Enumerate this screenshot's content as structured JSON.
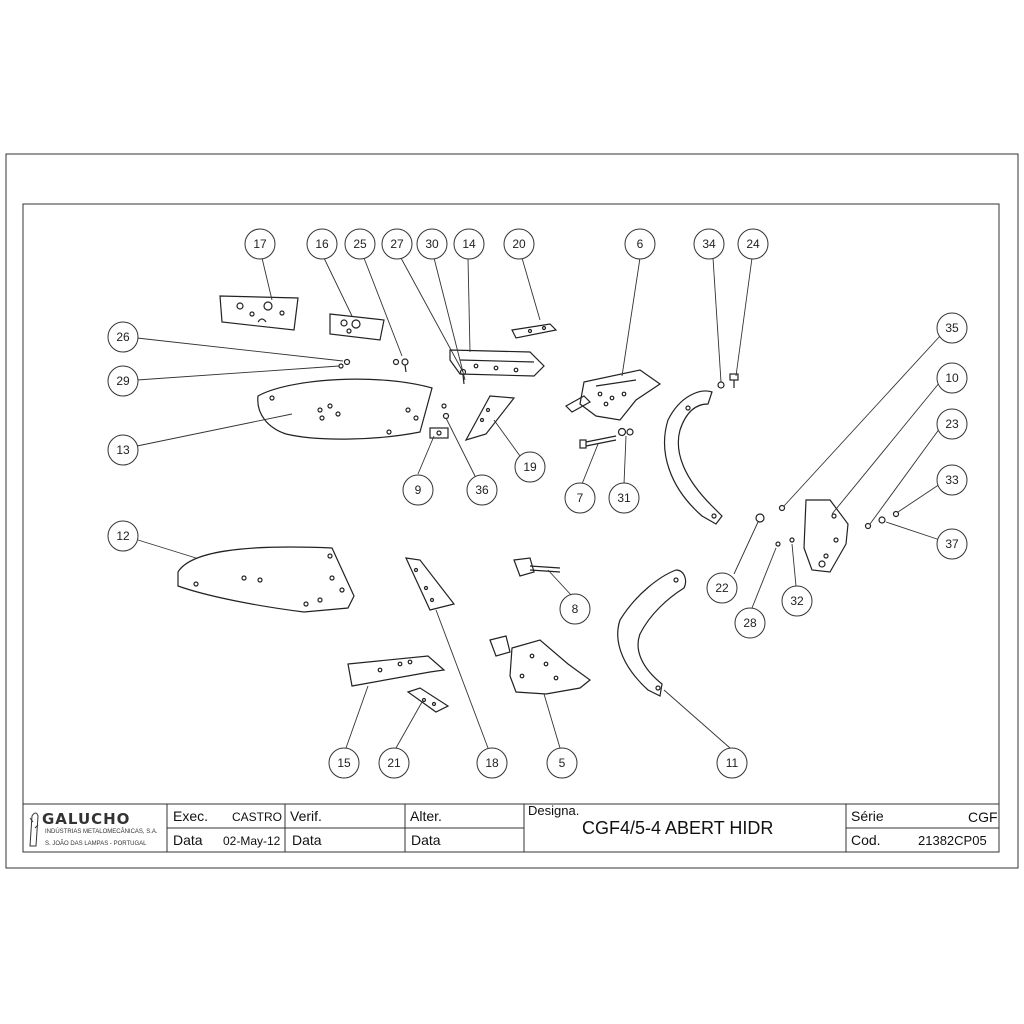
{
  "balloons": [
    {
      "n": "17"
    },
    {
      "n": "16"
    },
    {
      "n": "25"
    },
    {
      "n": "27"
    },
    {
      "n": "30"
    },
    {
      "n": "14"
    },
    {
      "n": "20"
    },
    {
      "n": "6"
    },
    {
      "n": "34"
    },
    {
      "n": "24"
    },
    {
      "n": "26"
    },
    {
      "n": "29"
    },
    {
      "n": "13"
    },
    {
      "n": "35"
    },
    {
      "n": "10"
    },
    {
      "n": "23"
    },
    {
      "n": "33"
    },
    {
      "n": "37"
    },
    {
      "n": "9"
    },
    {
      "n": "36"
    },
    {
      "n": "19"
    },
    {
      "n": "7"
    },
    {
      "n": "31"
    },
    {
      "n": "22"
    },
    {
      "n": "28"
    },
    {
      "n": "32"
    },
    {
      "n": "12"
    },
    {
      "n": "8"
    },
    {
      "n": "15"
    },
    {
      "n": "21"
    },
    {
      "n": "18"
    },
    {
      "n": "5"
    },
    {
      "n": "11"
    }
  ],
  "title_block": {
    "company": {
      "name": "GALUCHO",
      "line1": "INDÚSTRIAS METALOMECÂNICAS, S.A.",
      "line2": "S. JOÃO DAS LAMPAS - PORTUGAL"
    },
    "exec_label": "Exec.",
    "exec_value": "CASTRO",
    "data_label": "Data",
    "data_value": "02-May-12",
    "verif_label": "Verif.",
    "verif_data_label": "Data",
    "alter_label": "Alter.",
    "alter_data_label": "Data",
    "designa_label": "Designa.",
    "designa_value": "CGF4/5-4 ABERT HIDR",
    "serie_label": "Série",
    "serie_value": "CGF",
    "cod_label": "Cod.",
    "cod_value": "21382CP05"
  }
}
